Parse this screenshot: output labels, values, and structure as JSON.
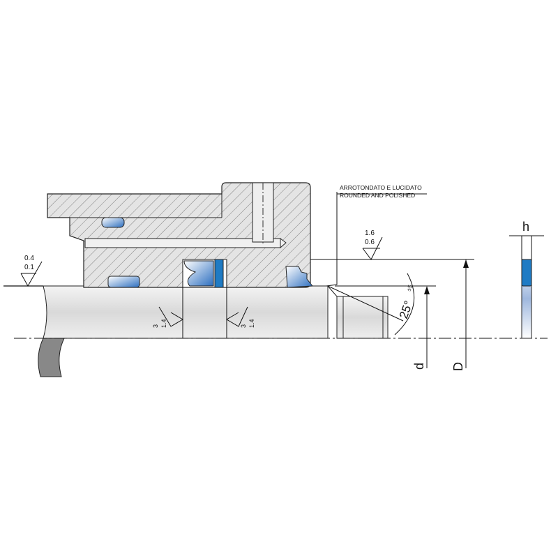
{
  "annotation": {
    "line1": "ARROTONDATO E LUCIDATO",
    "line2": "ROUNDED AND POLISHED"
  },
  "roughness_bore": {
    "top": "1.6",
    "bottom": "0.6"
  },
  "roughness_rod": {
    "top": "0.4",
    "bottom": "0.1"
  },
  "roughness_groove_left": {
    "a": "3",
    "b": "1.4"
  },
  "roughness_groove_right": {
    "a": "3",
    "b": "1.4"
  },
  "angle": {
    "value": "25°",
    "tol": "±5"
  },
  "dimensions": {
    "d": "d",
    "D": "D",
    "h": "h"
  },
  "colors": {
    "seal_blue": "#1f7bc4",
    "hatch": "#555555",
    "body": "#e6e6e6"
  }
}
